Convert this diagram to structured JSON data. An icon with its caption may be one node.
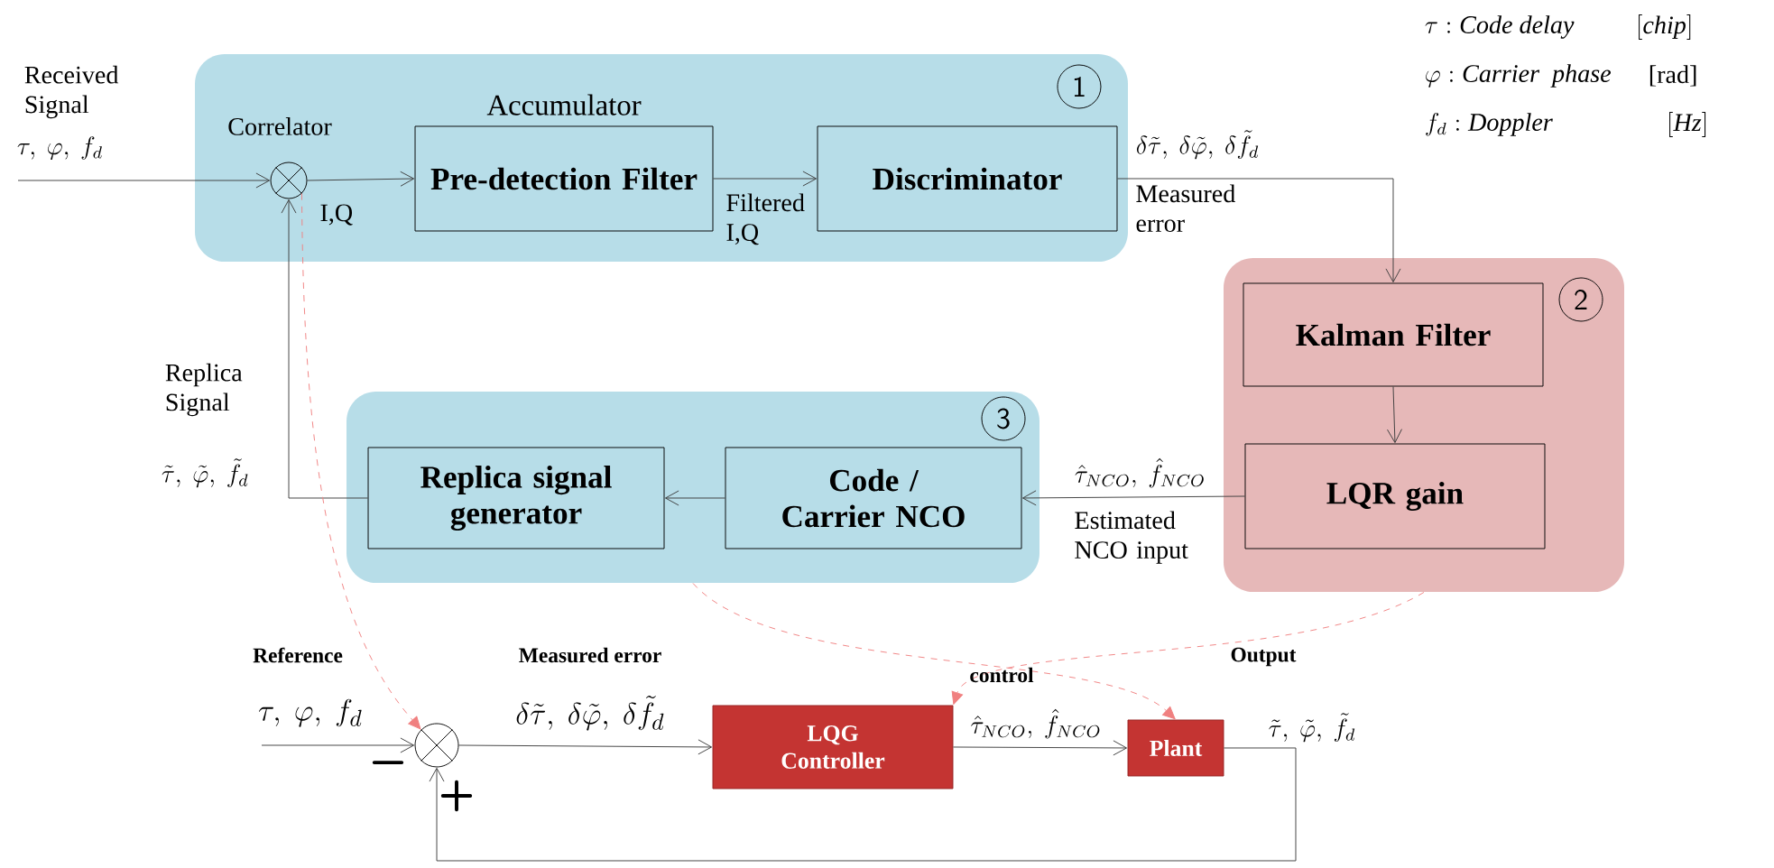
{
  "diagram": {
    "nodes": [
      {
        "text": [],
        "shape": "box"
      },
      {
        "text": [
          "1"
        ],
        "in": 0
      },
      {
        "text": [],
        "shape": "circle",
        "in": 0,
        "beside": [
          "Correlator"
        ]
      },
      {
        "text": [
          "Accumulator",
          "Pre-detection Filter"
        ],
        "in": 0
      },
      {
        "text": [
          "Discriminator"
        ],
        "in": 0
      },
      {
        "text": [],
        "shape": "box"
      },
      {
        "text": [
          "2"
        ],
        "in": 5
      },
      {
        "text": [
          "Kalman Filter"
        ],
        "in": 5
      },
      {
        "text": [
          "LQR gain"
        ],
        "in": 5
      },
      {
        "text": [],
        "shape": "box"
      },
      {
        "text": [
          "3"
        ],
        "in": 9
      },
      {
        "text": [
          "Code / Carrier NCO"
        ],
        "in": 9
      },
      {
        "text": [
          "Replica signal generator"
        ],
        "in": 9
      },
      {
        "text": [],
        "shape": "circle"
      },
      {
        "text": [
          "LQG Controller"
        ]
      },
      {
        "text": [
          "Plant"
        ]
      }
    ],
    "edges": [
      {
        "from": null,
        "to": 2,
        "arrow": "to"
      },
      {
        "from": 2,
        "to": 3,
        "arrow": "to",
        "label": "I,Q"
      },
      {
        "from": 3,
        "to": 4,
        "arrow": "to",
        "label": "Filtered I,Q"
      },
      {
        "from": 4,
        "to": 7,
        "arrow": "to",
        "label": "Measured error"
      },
      {
        "from": 7,
        "to": 8,
        "arrow": "to"
      },
      {
        "from": 8,
        "to": 11,
        "arrow": "to",
        "label": "Estimated NCO input"
      },
      {
        "from": 11,
        "to": 12,
        "arrow": "to"
      },
      {
        "from": 12,
        "to": 2,
        "arrow": "to"
      },
      {
        "from": null,
        "to": 13,
        "arrow": "to"
      },
      {
        "from": 13,
        "to": 14,
        "arrow": "to"
      },
      {
        "from": 14,
        "to": 15,
        "arrow": "to"
      },
      {
        "from": 15,
        "to": 13,
        "arrow": "to"
      },
      {
        "from": 2,
        "to": 13,
        "arrow": "to",
        "style": "dashed",
        "color": "#f08080"
      },
      {
        "from": 9,
        "to": 15,
        "arrow": "to",
        "style": "dashed",
        "color": "#f08080"
      },
      {
        "from": 5,
        "to": 14,
        "arrow": "to",
        "style": "dashed",
        "color": "#f08080"
      }
    ],
    "labels": [
      "\\tau : \\mathit{Code\\ delay}",
      "[\\mathit{chip}]",
      "\\varphi : \\mathit{Carrier\\ \\ phase}",
      "[rad]",
      "f_d : \\mathit{Doppler}",
      "[\\mathit{Hz}]",
      "Received Signal",
      "\\tau,\\ \\varphi,\\ f_d",
      "\\delta\\tilde{\\tau},\\ \\delta\\tilde{\\varphi},\\ \\delta\\tilde{f}_d",
      "Replica Signal",
      "\\tilde{\\tau},\\ \\tilde{\\varphi},\\ \\tilde{f}_d",
      "\\hat{\\tau}_{NCO},\\ \\hat{f}_{NCO}",
      "Reference",
      "Measured error",
      "control",
      "Output",
      "\\tau,\\ \\varphi,\\ f_d",
      "−",
      "\\delta\\tilde{\\tau},\\ \\delta\\tilde{\\varphi},\\ \\delta\\tilde{f}_d",
      "\\hat{\\tau}_{NCO},\\ \\hat{f}_{NCO}",
      "\\tilde{\\tau},\\ \\tilde{\\varphi},\\ \\tilde{f}_d",
      "+"
    ]
  }
}
